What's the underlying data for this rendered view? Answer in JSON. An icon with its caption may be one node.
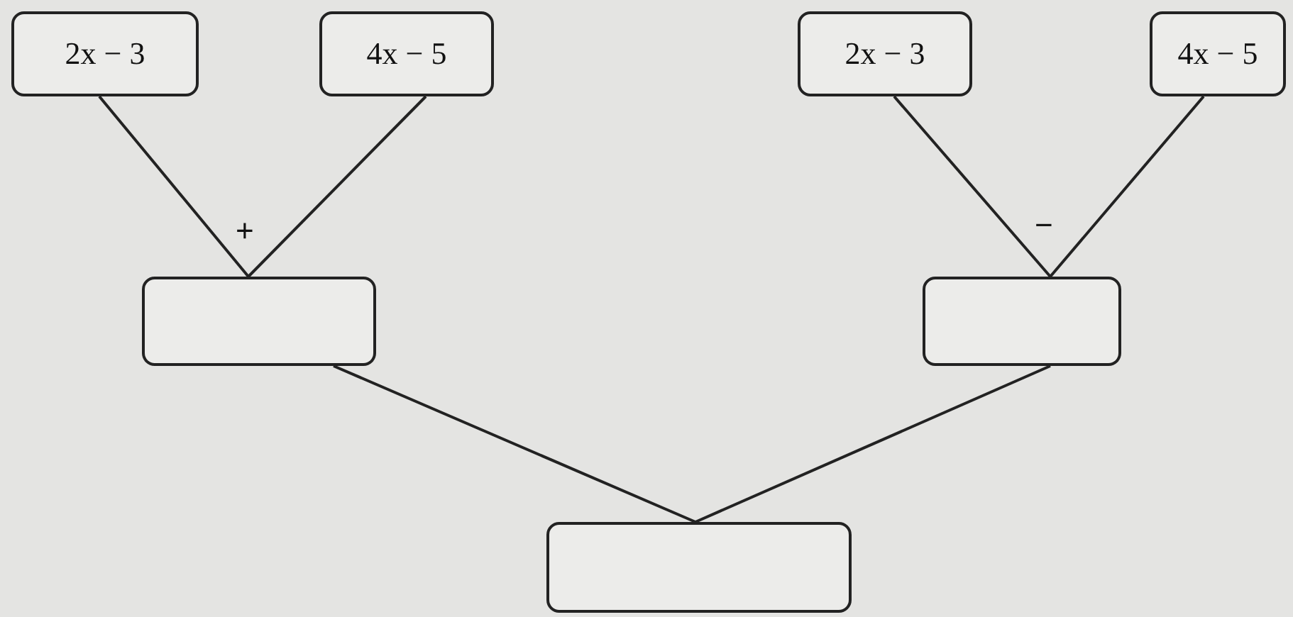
{
  "diagram": {
    "nodes": [
      {
        "text": [
          "2x − 3"
        ]
      },
      {
        "text": [
          "4x − 5"
        ]
      },
      {
        "text": [
          "2x − 3"
        ]
      },
      {
        "text": [
          "4x − 5"
        ]
      },
      {
        "text": [],
        "shape": "box"
      },
      {
        "text": [],
        "shape": "box"
      },
      {
        "text": [],
        "shape": "box"
      }
    ],
    "edges": [
      {
        "from": 0,
        "to": 4,
        "arrow": "none"
      },
      {
        "from": 1,
        "to": 4,
        "arrow": "none"
      },
      {
        "from": 2,
        "to": 5,
        "arrow": "none"
      },
      {
        "from": 3,
        "to": 5,
        "arrow": "none"
      },
      {
        "from": 4,
        "to": 6,
        "arrow": "none"
      },
      {
        "from": 5,
        "to": 6,
        "arrow": "none"
      }
    ],
    "labels": [
      "+",
      "−"
    ]
  }
}
